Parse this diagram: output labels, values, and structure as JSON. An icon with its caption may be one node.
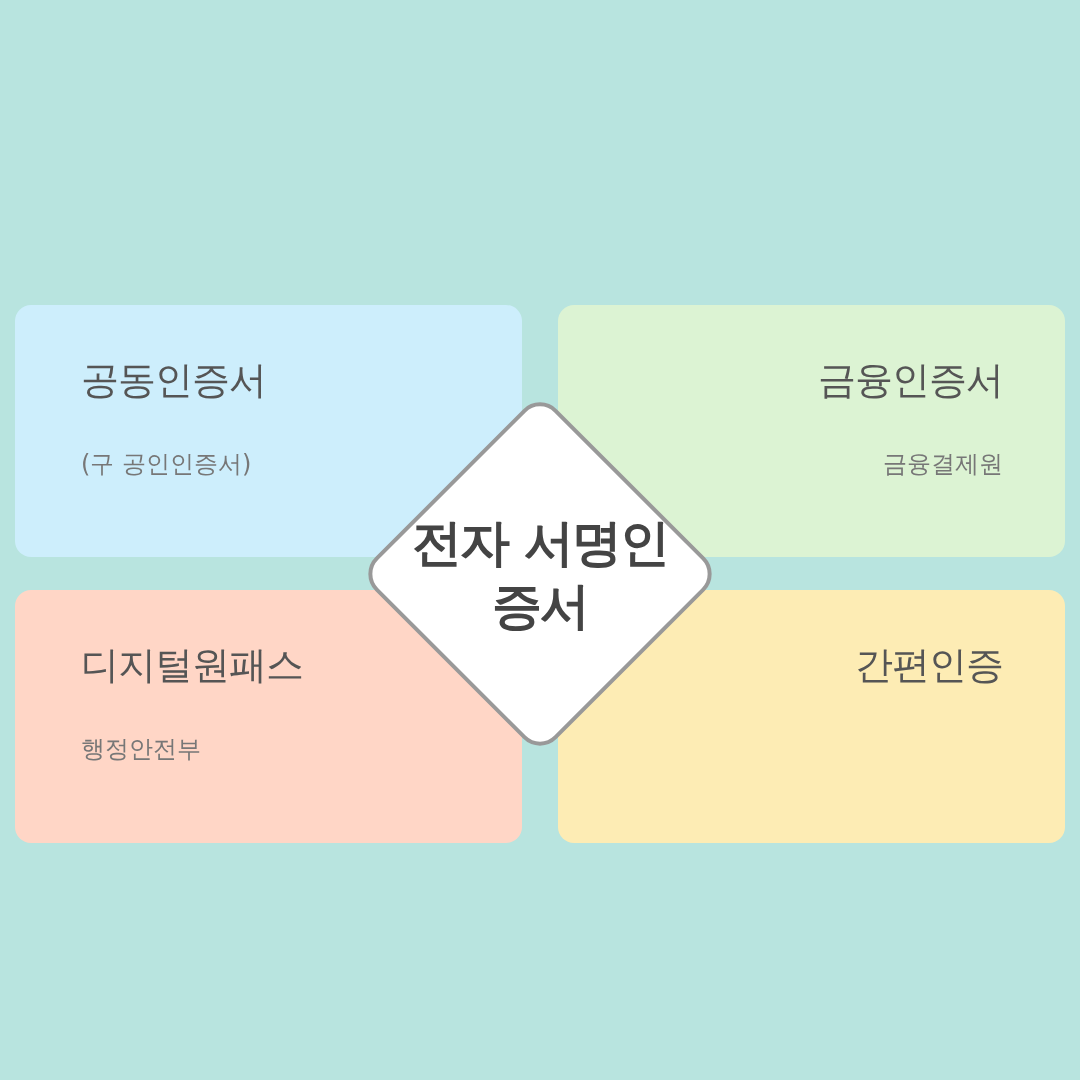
{
  "diagram": {
    "nodes": [
      {
        "text": [
          "공동인증서",
          "(구 공인인증서)"
        ]
      },
      {
        "text": [
          "금융인증서",
          "금융결제원"
        ]
      },
      {
        "text": [
          "전자 서명인증서"
        ]
      },
      {
        "text": [
          "디지털원패스",
          "행정안전부"
        ]
      },
      {
        "text": [
          "간편인증"
        ]
      }
    ],
    "edges": []
  }
}
